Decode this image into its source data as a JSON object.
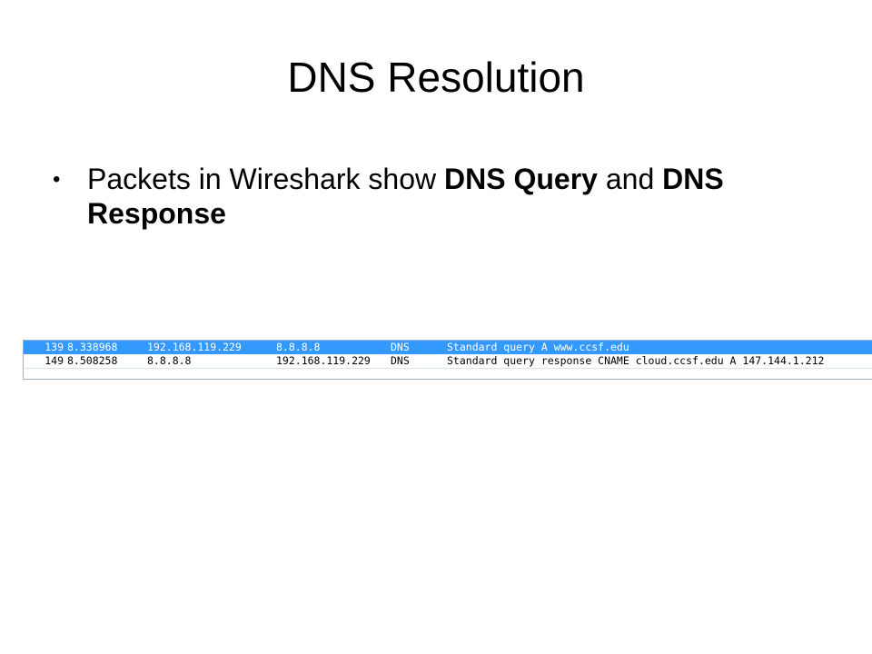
{
  "slide": {
    "title": "DNS Resolution",
    "bullet": {
      "symbol": "•",
      "text_1": "Packets in Wireshark show ",
      "bold_1": "DNS Query",
      "text_2": " and ",
      "bold_2": "DNS Response"
    }
  },
  "packet_list": {
    "selected_color": "#3399ff",
    "rows": [
      {
        "no": "139",
        "time": "8.338968",
        "source": "192.168.119.229",
        "destination": "8.8.8.8",
        "protocol": "DNS",
        "info": "Standard query A www.ccsf.edu",
        "selected": true
      },
      {
        "no": "149",
        "time": "8.508258",
        "source": "8.8.8.8",
        "destination": "192.168.119.229",
        "protocol": "DNS",
        "info": "Standard query response CNAME cloud.ccsf.edu A 147.144.1.212",
        "selected": false
      }
    ]
  }
}
